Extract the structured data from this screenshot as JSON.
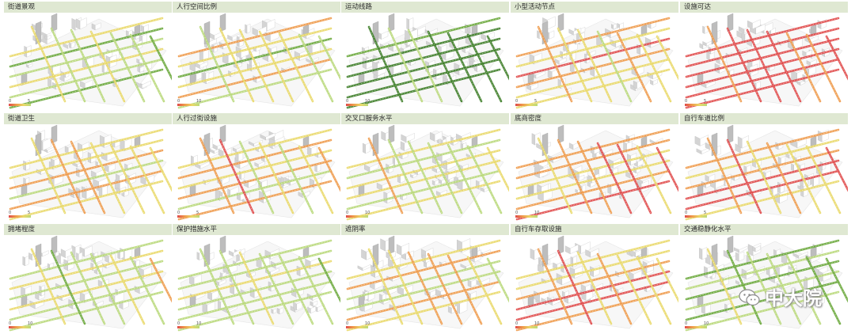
{
  "colors": {
    "header_bg": "#dfe8d2",
    "red": "#e04a4a",
    "orange": "#ef9a4a",
    "yellow": "#e9d968",
    "lightgreen": "#b9d97a",
    "green": "#6aa83a",
    "darkgreen": "#3c7d26",
    "building": "#d4d4d4"
  },
  "panels": [
    {
      "title": "街道景观",
      "legend": {
        "low": "0",
        "high": "5"
      },
      "level": 0.55
    },
    {
      "title": "人行空间比例",
      "legend": {
        "low": "0",
        "high": "10"
      },
      "level": 0.45
    },
    {
      "title": "运动线路",
      "legend": {
        "low": "0",
        "high": "10"
      },
      "level": 0.85
    },
    {
      "title": "小型活动节点",
      "legend": {
        "low": "0",
        "high": "5"
      },
      "level": 0.35
    },
    {
      "title": "设施可达",
      "legend": {
        "low": "0",
        "high": "5"
      },
      "level": 0.12
    },
    {
      "title": "街道卫生",
      "legend": {
        "low": "0",
        "high": "5"
      },
      "level": 0.4
    },
    {
      "title": "人行过街设施",
      "legend": {
        "low": "0",
        "high": "5"
      },
      "level": 0.38
    },
    {
      "title": "交叉口服务水平",
      "legend": {
        "low": "0",
        "high": "10"
      },
      "level": 0.5
    },
    {
      "title": "底商密度",
      "legend": {
        "low": "0",
        "high": "10"
      },
      "level": 0.3
    },
    {
      "title": "自行车道比例",
      "legend": {
        "low": "0",
        "high": "5"
      },
      "level": 0.28
    },
    {
      "title": "拥堵程度",
      "legend": {
        "low": "0",
        "high": "10"
      },
      "level": 0.5
    },
    {
      "title": "保护措施水平",
      "legend": {
        "low": "0",
        "high": "10"
      },
      "level": 0.48
    },
    {
      "title": "遮阴率",
      "legend": {
        "low": "0",
        "high": "10"
      },
      "level": 0.36
    },
    {
      "title": "自行车存取设施",
      "legend": {
        "low": "0",
        "high": "10"
      },
      "level": 0.26
    },
    {
      "title": "交通稳静化水平",
      "legend": {
        "low": "0",
        "high": "10"
      },
      "level": 0.58
    }
  ],
  "watermark": {
    "text": "中大院",
    "icon": "wechat-icon"
  }
}
